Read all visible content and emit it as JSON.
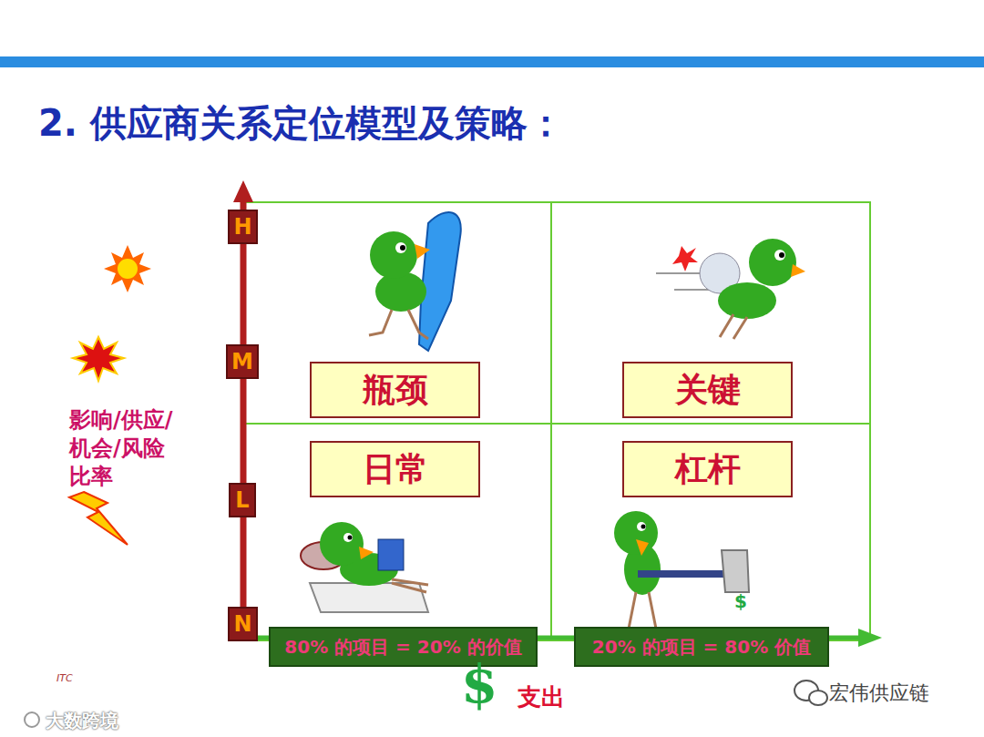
{
  "diagram": {
    "title": "2. 供应商关系定位模型及策略：",
    "nodes": [
      {
        "text": [
          "H"
        ]
      },
      {
        "text": [
          "M"
        ]
      },
      {
        "text": [
          "瓶颈"
        ]
      },
      {
        "text": [
          "关键"
        ]
      },
      {
        "text": [
          "日常"
        ]
      },
      {
        "text": [
          "杠杆"
        ]
      },
      {
        "text": [
          "L"
        ]
      },
      {
        "text": [
          "N"
        ]
      },
      {
        "text": [
          "80% 的项目 = 20% 的价值"
        ]
      },
      {
        "text": [
          "20% 的项目 = 80% 价值"
        ]
      }
    ],
    "labels": [
      "影响/供应/机会/风险比率",
      "$",
      "$",
      "支出",
      "ITC",
      "宏伟供应链",
      "大数跨境"
    ]
  }
}
